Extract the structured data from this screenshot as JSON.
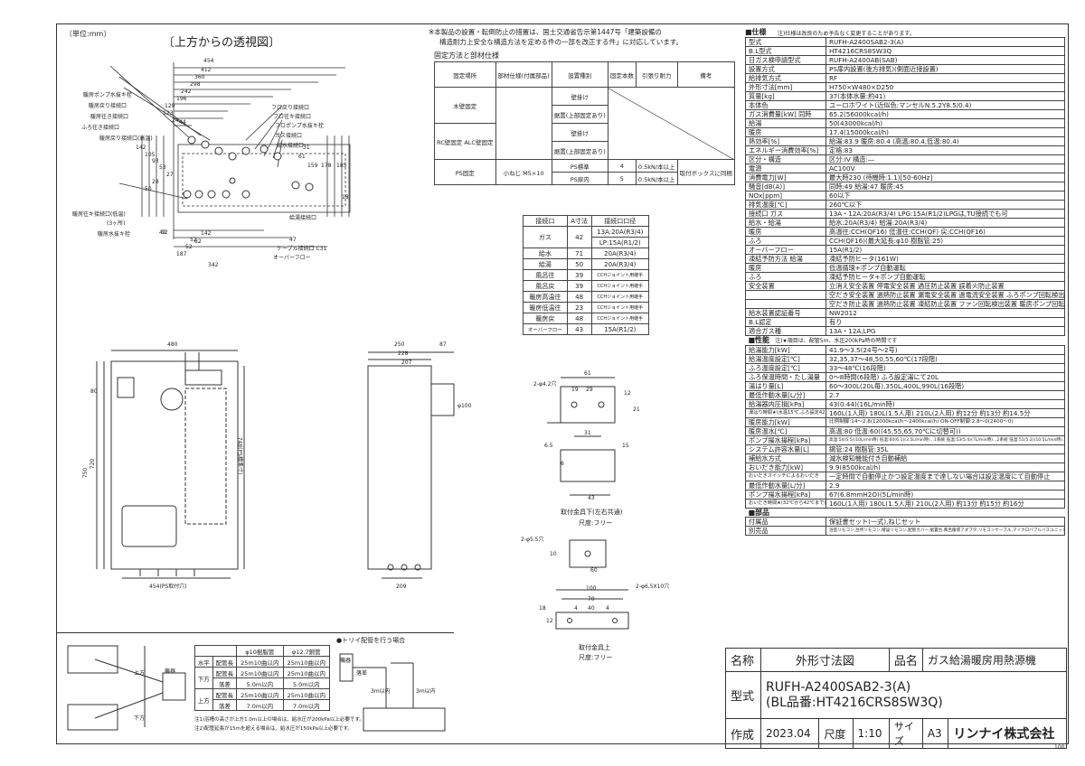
{
  "page": {
    "number": "100"
  },
  "top_view": {
    "unit": "〔単位:mm〕",
    "title": "〔上方からの透視図〕",
    "dims_h": [
      "454",
      "412",
      "360",
      "298",
      "242",
      "196",
      "129",
      "123",
      "44",
      "24"
    ],
    "dims_side": [
      "142",
      "105",
      "93",
      "53",
      "27",
      "28",
      "50",
      "31",
      "42",
      "52",
      "61",
      "159",
      "178",
      "185",
      "18"
    ],
    "dims_bottom": [
      "32",
      "52",
      "82",
      "142",
      "187",
      "342",
      "47"
    ],
    "labels_left": [
      "暖房ポンプ水抜キ栓",
      "暖房戻り接続口",
      "暖房往き接続口",
      "ふろ往き接続口",
      "暖房往キ接続口(低温)",
      "(3ヶ所)",
      "暖房水抜キ栓",
      "暖房戻り接続口(高温)"
    ],
    "labels_right": [
      "フロ戻り接続口",
      "フロ往キ接続口",
      "フロポンプ水抜キ栓",
      "ガス接続口",
      "給水接続口",
      "給湯接続口",
      "ケーブル接続口 C31",
      "オーバーフロー"
    ]
  },
  "notes": {
    "line1": "※本製品の設置・転倒防止の措置は、国土交通省告示第1447号「建築設備の",
    "line2": "構造耐力上安全な構造方法を定める件の一部を改正する件」に対応しています。",
    "fix_title": "固定方法と部材仕様"
  },
  "fix_table": {
    "headers": [
      "固定場所",
      "部材仕様(付属部品)",
      "設置種別",
      "固定本数",
      "引張り耐力",
      "備考"
    ],
    "rows": [
      [
        "木壁固定",
        "",
        "壁掛け",
        "",
        "",
        ""
      ],
      [
        "",
        "",
        "据置(上部固定あり)",
        "",
        "",
        ""
      ],
      [
        "RC壁固定 ALC壁固定",
        "",
        "壁掛け",
        "",
        "",
        ""
      ],
      [
        "",
        "",
        "据置(上部固定あり)",
        "",
        "",
        ""
      ],
      [
        "PS固定",
        "小ねじ M5×10",
        "PS標準",
        "4",
        "0.5kN/本以上",
        "取付ボックスに同梱"
      ],
      [
        "",
        "",
        "PS扉内",
        "5",
        "0.5kN/本以上",
        ""
      ]
    ]
  },
  "conn_table": {
    "headers": [
      "接続口",
      "A寸法",
      "接続口口径"
    ],
    "rows": [
      [
        "ガス",
        "42",
        "13A:20A(R3/4)"
      ],
      [
        "",
        "",
        "LP:15A(R1/2)"
      ],
      [
        "給水",
        "71",
        "20A(R3/4)"
      ],
      [
        "給湯",
        "50",
        "20A(R3/4)"
      ],
      [
        "風呂往",
        "39",
        "CCHジョイント用継手"
      ],
      [
        "風呂戻",
        "39",
        "CCHジョイント用継手"
      ],
      [
        "暖房高温往",
        "48",
        "CCHジョイント用継手"
      ],
      [
        "暖房低温往",
        "23",
        "CCHジョイント用継手"
      ],
      [
        "暖房戻",
        "48",
        "CCHジョイント用継手"
      ],
      [
        "オーバーフロー",
        "43",
        "15A(R1/2)"
      ]
    ]
  },
  "spec": {
    "title": "■仕様",
    "note": "注)仕様は改良のため予告なく変更することがあります。",
    "rows": [
      [
        "型式",
        "RUFH-A2400SAB2-3(A)"
      ],
      [
        "B.L型式",
        "HT4216CRS8SW3Q"
      ],
      [
        "日ガス検申請型式",
        "RUFH-A2400AB(SAB)"
      ],
      [
        "設置方式",
        "PS扉内設置(後方排気)(側面近接設置)"
      ],
      [
        "給排気方式",
        "RF"
      ],
      [
        "外形寸法[mm]",
        "H750×W480×D250"
      ],
      [
        "質量[kg]",
        "37(本体水量:約41)"
      ],
      [
        "本体色",
        "ユーロホワイト(近似色:マンセルN.5.2Y8.5/0.4)"
      ],
      [
        "ガス消費量[kW] 同時",
        "65.2(56000kcal/h)"
      ],
      [
        "給湯",
        "50(43000kcal/h)"
      ],
      [
        "暖房",
        "17.4(15000kcal/h)"
      ],
      [
        "熱効率[%]",
        "給湯:83.9 暖房:80.4 (高温:80.4,低温:80.4)"
      ],
      [
        "エネルギー消費効率[%]",
        "定格:83"
      ],
      [
        "区分・構造",
        "区分:IV 構造:―"
      ],
      [
        "電源",
        "AC100V"
      ],
      [
        "消費電力[W]",
        "最大時230 (待機時:1.1)[50-60Hz]"
      ],
      [
        "騒音[dB(A)]",
        "同時:49 給湯:47 暖房:45"
      ],
      [
        "NOx[ppm]",
        "60以下"
      ],
      [
        "排気温度[℃]",
        "260℃以下"
      ],
      [
        "接続口 ガス",
        "13A・12A:20A(R3/4) LPG:15A(R1/2)LPGは,TU接続でも可"
      ],
      [
        "給水・給湯",
        "給水:20A(R3/4) 給湯:20A(R3/4)"
      ],
      [
        "暖房",
        "高温往:CCH(QF16) 低温往:CCH(QF) 戻:CCH(QF16)"
      ],
      [
        "ふろ",
        "CCH(QF16)(最大延長:φ10 樹脂管:25)"
      ],
      [
        "オーバーフロー",
        "15A(R1/2)"
      ],
      [
        "凍結予防方法 給湯",
        "凍結予防ヒータ(161W)"
      ],
      [
        "暖房",
        "低温循環+ポンプ自動運転"
      ],
      [
        "ふろ",
        "凍結予防ヒータ+ポンプ自動運転"
      ],
      [
        "安全装置",
        "立消え安全装置 停電安全装置 過圧防止装置 誤着火防止装置"
      ],
      [
        "",
        "空だき安全装置 過熱防止装置 漏電安全装置 過電流安全装置 ふろポンプ回転検出装置"
      ],
      [
        "",
        "空だき防止装置 過熱防止装置 凍結防止装置 ファン回転検出装置 暖房ポンプ回転検出装置"
      ],
      [
        "給水装置認証番号",
        "NW2012"
      ],
      [
        "B.L認定",
        "有り"
      ],
      [
        "適合ガス種",
        "13A・12A,LPG"
      ]
    ]
  },
  "perf": {
    "title": "■性能",
    "note": "注)★項目は、配管5m、水圧200kPa時の時間です",
    "rows": [
      [
        "給湯能力[kW]",
        "41.9～3.5(24号～2号)"
      ],
      [
        "給湯温度設定[℃]",
        "32,35,37～48,50,55,60℃(17段階)"
      ],
      [
        "ふろ温度設定[℃]",
        "33～48℃(16段階)"
      ],
      [
        "ふろ保温時間・たし湯量",
        "0～8時間(6段階) ふろ設定湯にて20L"
      ],
      [
        "湯はり量[L]",
        "60～300L(20L毎),350L,400L,990L(16段階)"
      ],
      [
        "最低作動水量[L/分]",
        "2.7"
      ],
      [
        "給湯器内圧損[kPa]",
        "43(0.44)(16L/min時)"
      ],
      [
        "湯はり時間★(水温15℃,ふろ設定42℃)",
        "160L(1人用) 180L(1.5人用) 210L(2人用) 約12分 約13分 約14.5分"
      ],
      [
        "暖房能力[kW]",
        "比例制御:14～2.8(12000kcal/h～2400kcal/h) ON-OFF制御:2.8～0(2400～0)"
      ],
      [
        "暖房温水[℃]",
        "高温:80 低温:60((45,55,65,70℃に切替可))"
      ],
      [
        "ポンプ揚水揚程[kPa]",
        "高温:54(5.5)(10L/min時) 低温:60(6.1)(3.5L/min時)…1系統 低温:53(5.4)(7L/min時)…2系統 低温:51(5.2)(10.5L/min時)…3系統"
      ],
      [
        "システム許容水量[L]",
        "鋼管:24 樹脂管:35L"
      ],
      [
        "補給水方式",
        "減水検知機能付き自動補給"
      ],
      [
        "おいだき能力[kW]",
        "9.9(8500kcal/h)"
      ],
      [
        "おいだきスイッチによるおいだき",
        "一定時間で自動停止かつ設定温度まで達しない場合は設定温度にて自動停止"
      ],
      [
        "最低作動水量[L/分]",
        "2.9"
      ],
      [
        "ポンプ揚水揚程[kPa]",
        "67(6.8mmH2O)(5L/min時)"
      ],
      [
        "おいだき時間★(32℃から42℃まで)",
        "160L(1人用) 180L(1.5人用) 210L(2人用) 約13分 約15分 約16分"
      ]
    ]
  },
  "parts": {
    "title": "■部品",
    "rows": [
      [
        "付属品",
        "保証書セット(一式),ねじセット"
      ],
      [
        "別売品",
        "浴室リモコン,台所リモコン,増設リモコン,配管カバー,据置台,風呂循環アダプタ,リモコンケーブル,マイクロバブルバスユニット,ソーラー対応ユニット"
      ]
    ]
  },
  "front_view": {
    "dims": [
      "480",
      "750",
      "720",
      "748(PS標準寸)",
      "454(PS取付穴)",
      "80"
    ]
  },
  "side_view": {
    "dims": [
      "250",
      "228",
      "207",
      "87",
      "209",
      "φ100"
    ]
  },
  "bracket1": {
    "dims": [
      "61",
      "29",
      "19",
      "31",
      "12",
      "21",
      "2-φ4.2穴",
      "6.5",
      "15",
      "43",
      "6"
    ],
    "caption1": "取付金具下(左右共通)",
    "caption2": "尺度:フリー"
  },
  "bracket2": {
    "dims": [
      "2-φ5.5穴",
      "60",
      "10",
      "2-φ6.5X10穴",
      "100",
      "70",
      "4",
      "40",
      "4",
      "18",
      "12"
    ],
    "caption1": "取付金具上",
    "caption2": "尺度:フリー"
  },
  "pipe_table": {
    "headers": [
      "",
      "φ10樹脂管",
      "φ12.7銅管"
    ],
    "rows": [
      [
        "水平",
        "配管長",
        "25m10曲以内",
        "25m10曲以内"
      ],
      [
        "下方",
        "配管長",
        "25m10曲以内",
        "25m10曲以内"
      ],
      [
        "",
        "落差",
        "5.0m以内",
        "5.0m以内"
      ],
      [
        "上方",
        "配管長",
        "25m10曲以内",
        "25m10曲以内"
      ],
      [
        "",
        "落差",
        "7.0m以内",
        "7.0m以内"
      ]
    ],
    "notes": [
      "注1)浴槽の高さが上方1.0m以上の場合は、給水圧が200kPa以上必要です。",
      "注2)配管延長が15mを超える場合は、給水圧が150kPa以上必要です。"
    ],
    "labels": [
      "上方",
      "下方",
      "機器",
      "3m以内",
      "上方",
      "下方"
    ],
    "trap_title": "●トリイ配管を行う場合",
    "trap_labels": [
      "機器",
      "落差",
      "3m以内",
      "3m以内"
    ]
  },
  "title_block": {
    "name_label": "名称",
    "name_value": "外形寸法図",
    "product_label": "品名",
    "product_value": "ガス給湯暖房用熱源機",
    "model_label": "型式",
    "model_line1": "RUFH-A2400SAB2-3(A)",
    "model_line2": "(BL品番:HT4216CRS8SW3Q)",
    "made_label": "作成",
    "made_value": "2023.04",
    "scale_label": "尺度",
    "scale_value": "1:10",
    "size_label": "サイズ",
    "size_value": "A3",
    "company": "リンナイ株式会社"
  }
}
